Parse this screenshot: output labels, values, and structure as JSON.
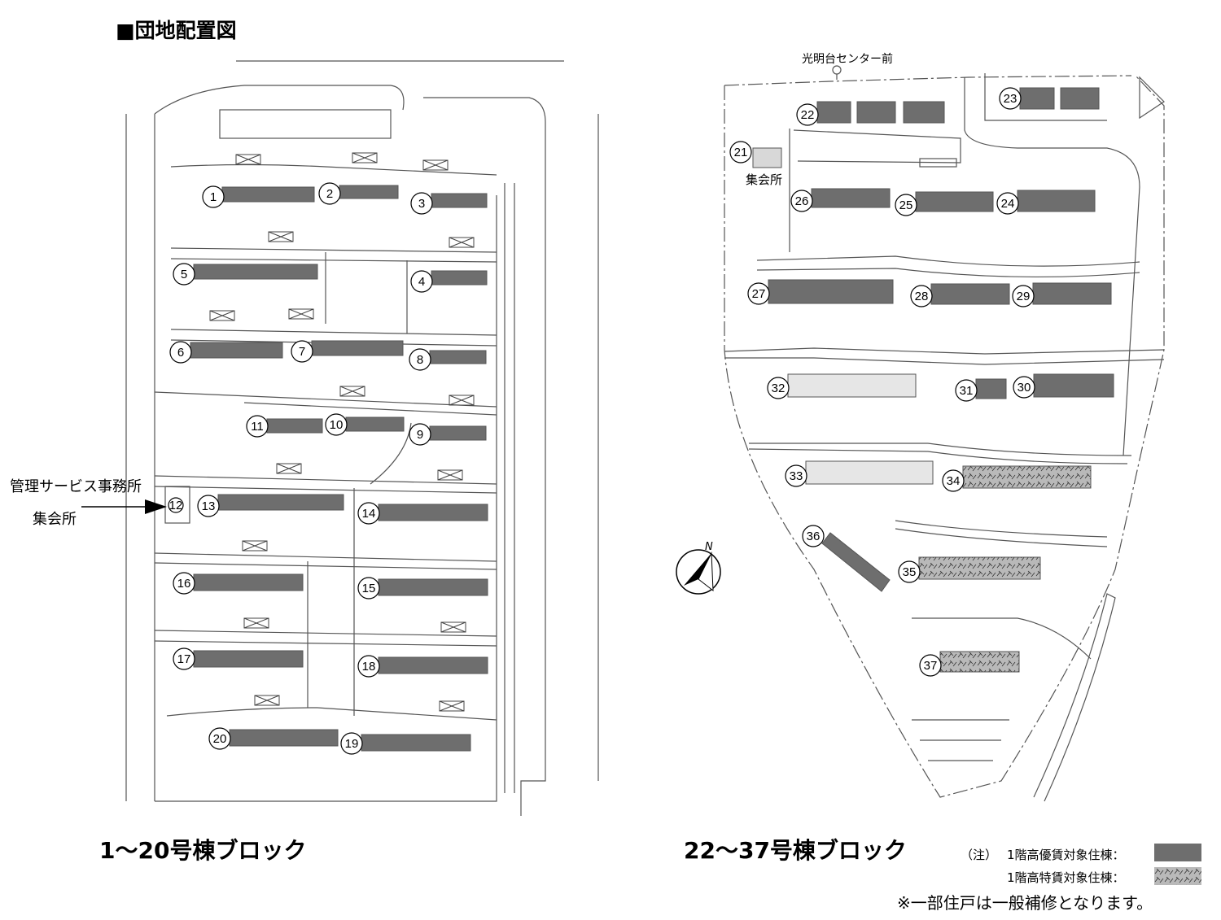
{
  "title": "■団地配置図",
  "captions": {
    "left": "1〜20号棟ブロック",
    "right": "22〜37号棟ブロック"
  },
  "office_label": {
    "line1": "管理サービス事務所",
    "line2": "集会所"
  },
  "bus_stop": "光明台センター前",
  "hall_21_label": "集会所",
  "compass": "N",
  "legend": {
    "note": "（注）",
    "item1": "1階高優賃対象住棟：",
    "item2": "1階高特賃対象住棟：",
    "footnote": "※一部住戸は一般補修となります。"
  },
  "colors": {
    "priority": "#6e6e6e",
    "special": "#b9b9b9",
    "plain": "#e6e6e6"
  },
  "buildings": [
    {
      "no": "1",
      "type": "priority"
    },
    {
      "no": "2",
      "type": "priority"
    },
    {
      "no": "3",
      "type": "priority"
    },
    {
      "no": "4",
      "type": "priority"
    },
    {
      "no": "5",
      "type": "priority"
    },
    {
      "no": "6",
      "type": "priority"
    },
    {
      "no": "7",
      "type": "priority"
    },
    {
      "no": "8",
      "type": "priority"
    },
    {
      "no": "9",
      "type": "priority"
    },
    {
      "no": "10",
      "type": "priority"
    },
    {
      "no": "11",
      "type": "priority"
    },
    {
      "no": "12",
      "type": "office"
    },
    {
      "no": "13",
      "type": "priority"
    },
    {
      "no": "14",
      "type": "priority"
    },
    {
      "no": "15",
      "type": "priority"
    },
    {
      "no": "16",
      "type": "priority"
    },
    {
      "no": "17",
      "type": "priority"
    },
    {
      "no": "18",
      "type": "priority"
    },
    {
      "no": "19",
      "type": "priority"
    },
    {
      "no": "20",
      "type": "priority"
    },
    {
      "no": "21",
      "type": "hall"
    },
    {
      "no": "22",
      "type": "priority"
    },
    {
      "no": "23",
      "type": "priority"
    },
    {
      "no": "24",
      "type": "priority"
    },
    {
      "no": "25",
      "type": "priority"
    },
    {
      "no": "26",
      "type": "priority"
    },
    {
      "no": "27",
      "type": "priority"
    },
    {
      "no": "28",
      "type": "priority"
    },
    {
      "no": "29",
      "type": "priority"
    },
    {
      "no": "30",
      "type": "priority"
    },
    {
      "no": "31",
      "type": "priority"
    },
    {
      "no": "32",
      "type": "plain"
    },
    {
      "no": "33",
      "type": "plain"
    },
    {
      "no": "34",
      "type": "special"
    },
    {
      "no": "35",
      "type": "special"
    },
    {
      "no": "36",
      "type": "priority"
    },
    {
      "no": "37",
      "type": "special"
    }
  ]
}
